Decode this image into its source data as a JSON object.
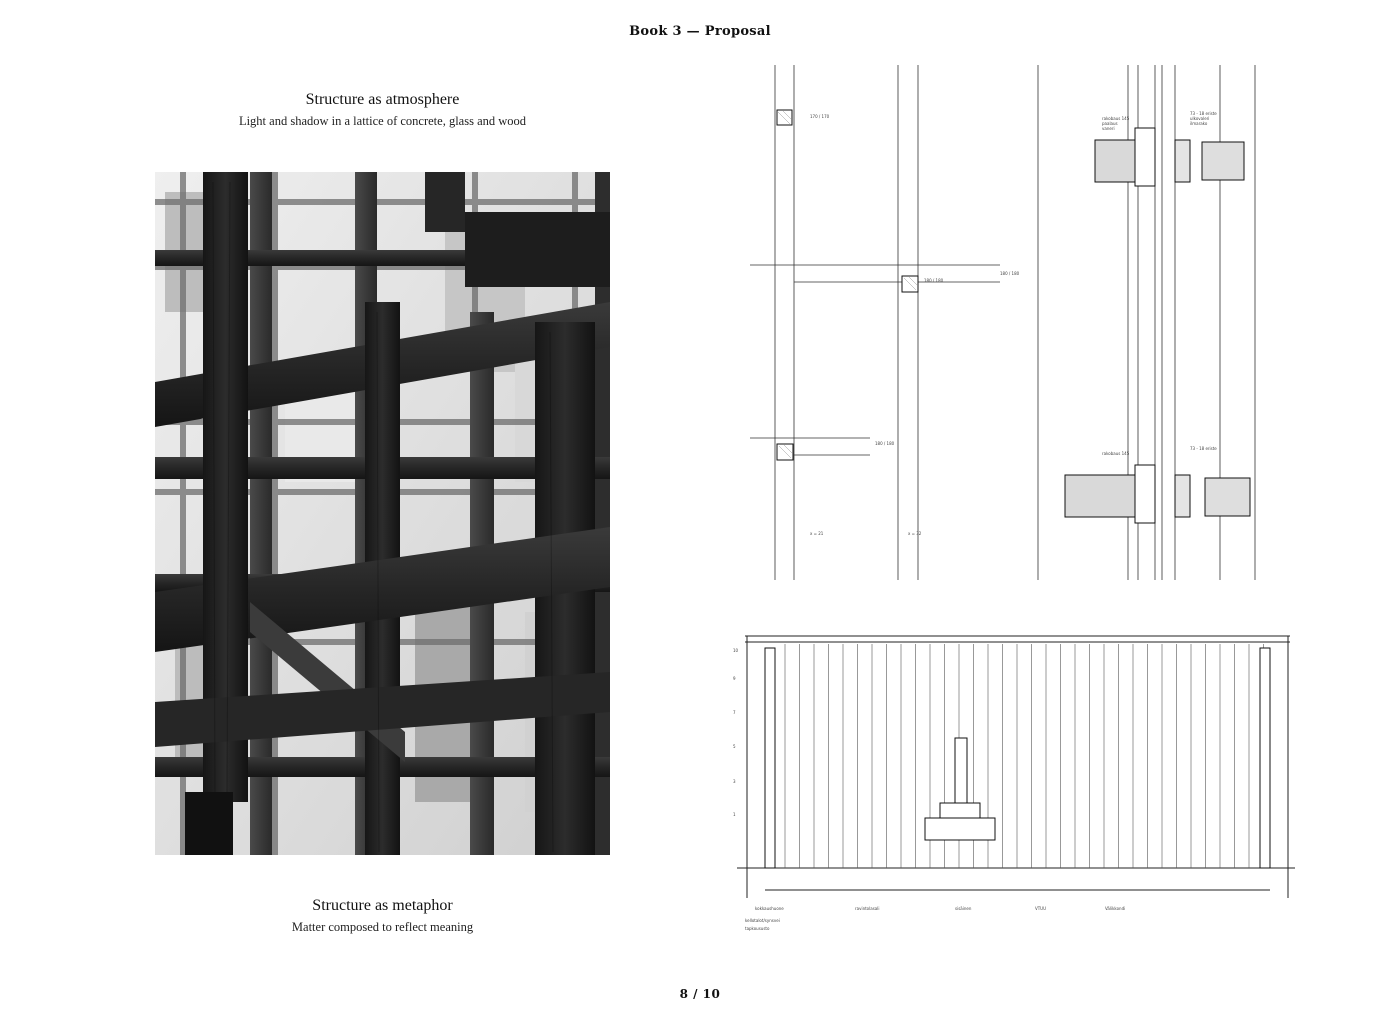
{
  "document": {
    "header": "Book 3 — Proposal",
    "page_indicator": "8 / 10"
  },
  "captions": {
    "top": {
      "title": "Structure as atmosphere",
      "subtitle": "Light and shadow in a lattice of concrete, glass and wood"
    },
    "bottom": {
      "title": "Structure as metaphor",
      "subtitle": "Matter composed to reflect meaning"
    }
  },
  "figures": {
    "render": {
      "kind": "black-and-white render of a dark timber and concrete lattice"
    },
    "detail_drawing": {
      "kind": "construction detail drawing — plan and section of timber columns and facade"
    },
    "section_drawing": {
      "kind": "building section elevation with column grid"
    }
  },
  "colors": {
    "ink": "#111111",
    "wood_dark": "#1c1c1c",
    "wood_mid": "#3a3a3a",
    "light": "#e6e6e6"
  }
}
